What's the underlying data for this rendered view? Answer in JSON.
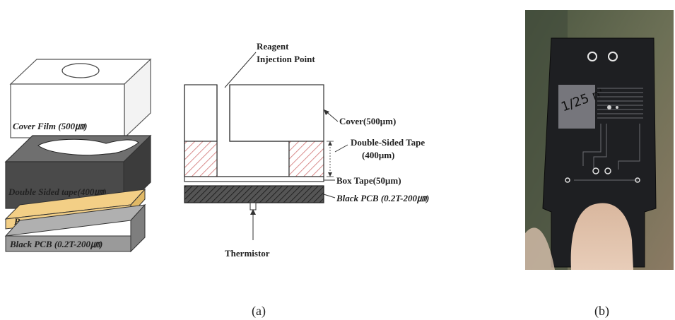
{
  "exploded_view": {
    "cover_label": "Cover Film (500㎛)",
    "dst_label": "Double Sided tape(400㎛)",
    "box_label": "Box Tape(50㎛)",
    "pcb_label": "Black PCB (0.2T-200㎛)",
    "colors": {
      "cover": "#ffffff",
      "dst_top": "#6f6f6f",
      "dst_front": "#4a4a4a",
      "box": "#f3cf86",
      "pcb": "#9a9a9a"
    }
  },
  "cross_section": {
    "reagent_label_line1": "Reagent",
    "reagent_label_line2": "Injection Point",
    "cover_label": "Cover(500μm)",
    "dst_label_line1": "Double-Sided Tape",
    "dst_label_line2": "(400μm)",
    "box_label": "Box Tape(50μm)",
    "pcb_label": "Black PCB (0.2T-200㎛)",
    "thermistor_label": "Thermistor",
    "colors": {
      "hatch": "#d98c8c",
      "pcb_hatch": "#333333"
    }
  },
  "photo": {
    "handwriting": "1/25 n'"
  },
  "panel_labels": {
    "a": "(a)",
    "b": "(b)"
  }
}
